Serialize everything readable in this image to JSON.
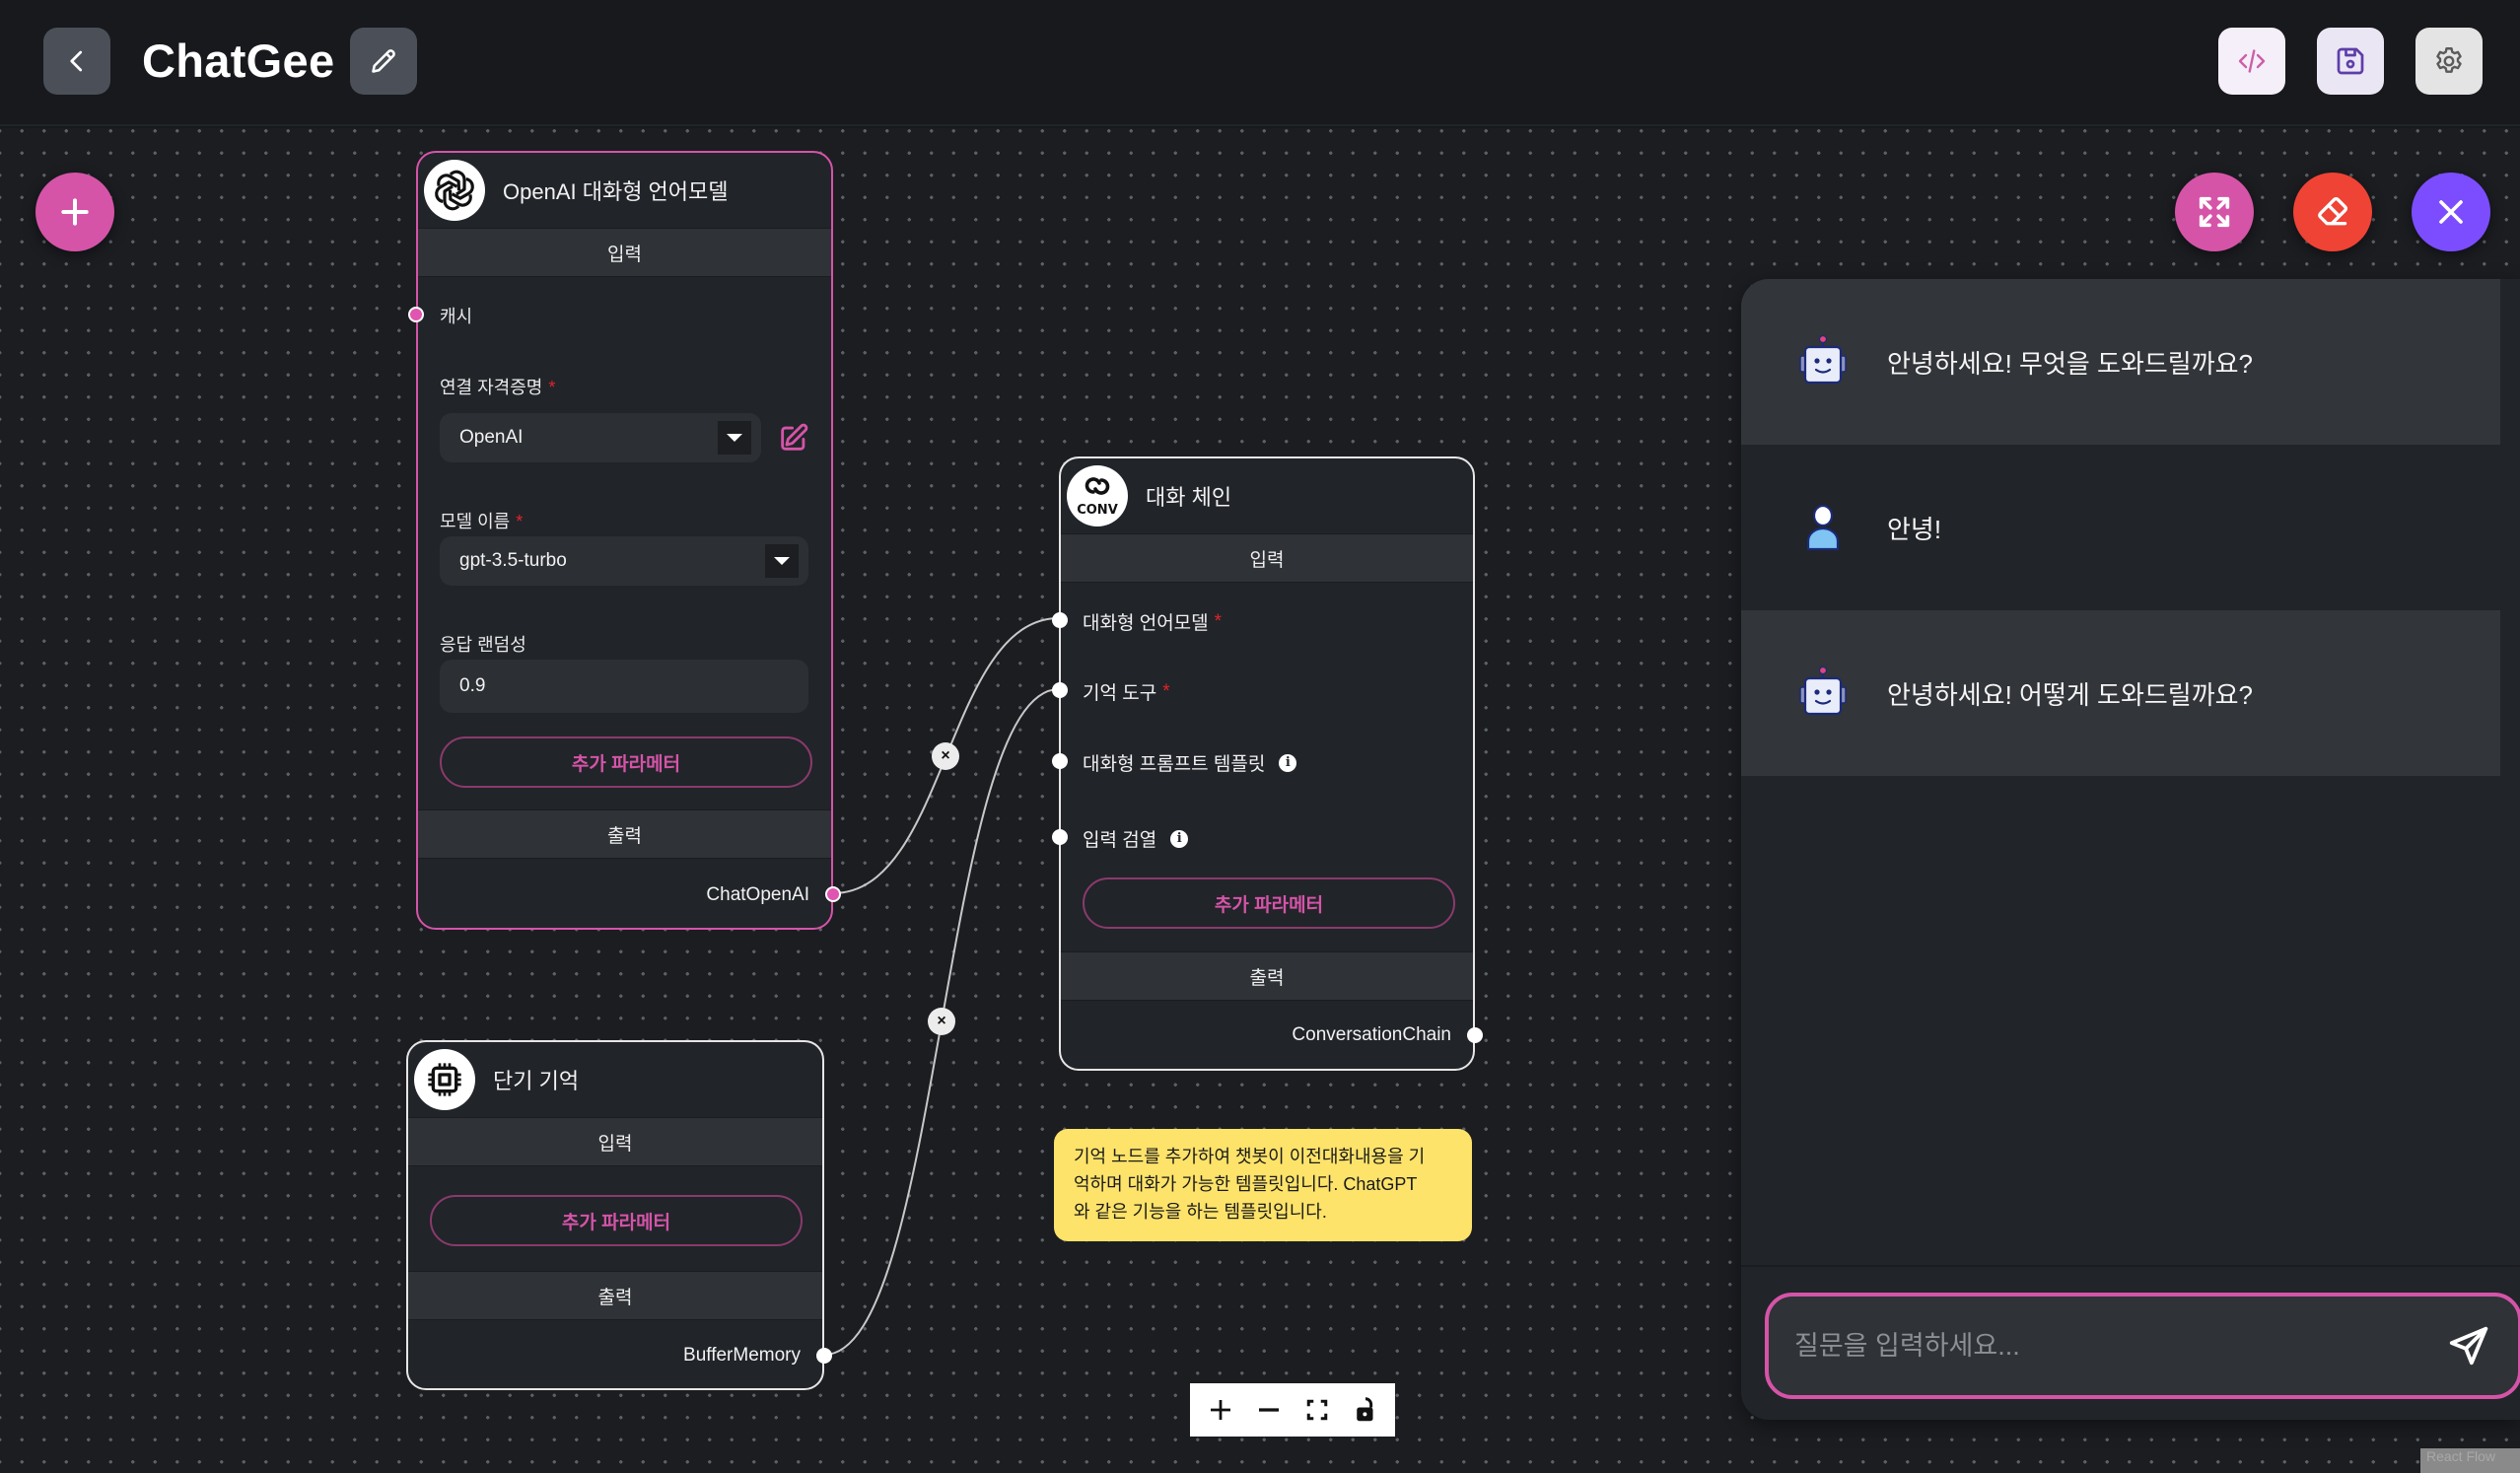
{
  "header": {
    "title": "ChatGee",
    "back_icon": "chevron-left-icon",
    "edit_icon": "pencil-icon",
    "actions": [
      {
        "name": "code",
        "icon": "code-icon"
      },
      {
        "name": "save",
        "icon": "save-icon"
      },
      {
        "name": "settings",
        "icon": "gear-icon"
      }
    ]
  },
  "canvas": {
    "add_node_icon": "plus-icon",
    "fabs": [
      {
        "name": "expand",
        "icon": "expand-icon",
        "color": "#d554a8"
      },
      {
        "name": "clear",
        "icon": "eraser-icon",
        "color": "#ef4335"
      },
      {
        "name": "close",
        "icon": "close-icon",
        "color": "#7c4dff"
      }
    ],
    "controls": [
      "zoom-in",
      "zoom-out",
      "fit-view",
      "lock"
    ],
    "attribution": "React Flow"
  },
  "nodes": {
    "openai": {
      "title": "OpenAI 대화형 언어모델",
      "input_section": "입력",
      "cache_label": "캐시",
      "credential_label": "연결 자격증명",
      "credential_value": "OpenAI",
      "model_label": "모델 이름",
      "model_value": "gpt-3.5-turbo",
      "temperature_label": "응답 랜덤성",
      "temperature_value": "0.9",
      "additional_params": "추가 파라메터",
      "output_section": "출력",
      "output_label": "ChatOpenAI"
    },
    "chain": {
      "title": "대화 체인",
      "icon_text": "CONV",
      "input_section": "입력",
      "inputs": [
        {
          "label": "대화형 언어모델",
          "required": true,
          "info": false
        },
        {
          "label": "기억 도구",
          "required": true,
          "info": false
        },
        {
          "label": "대화형 프롬프트 템플릿",
          "required": false,
          "info": true
        },
        {
          "label": "입력 검열",
          "required": false,
          "info": true
        }
      ],
      "additional_params": "추가 파라메터",
      "output_section": "출력",
      "output_label": "ConversationChain"
    },
    "memory": {
      "title": "단기 기억",
      "input_section": "입력",
      "additional_params": "추가 파라메터",
      "output_section": "출력",
      "output_label": "BufferMemory"
    }
  },
  "required_mark": "*",
  "edge_delete_label": "×",
  "sticky_note": {
    "lines": [
      "기억 노드를 추가하여 챗봇이 이전대화내용을 기",
      "억하며 대화가 가능한 템플릿입니다.  ChatGPT",
      "와 같은 기능을 하는 템플릿입니다."
    ]
  },
  "chat": {
    "messages": [
      {
        "role": "bot",
        "text": "안녕하세요! 무엇을 도와드릴까요?"
      },
      {
        "role": "user",
        "text": "안녕!"
      },
      {
        "role": "bot",
        "text": "안녕하세요! 어떻게 도와드릴까요?"
      }
    ],
    "input_placeholder": "질문을 입력하세요...",
    "input_value": "",
    "send_icon": "send-icon"
  }
}
